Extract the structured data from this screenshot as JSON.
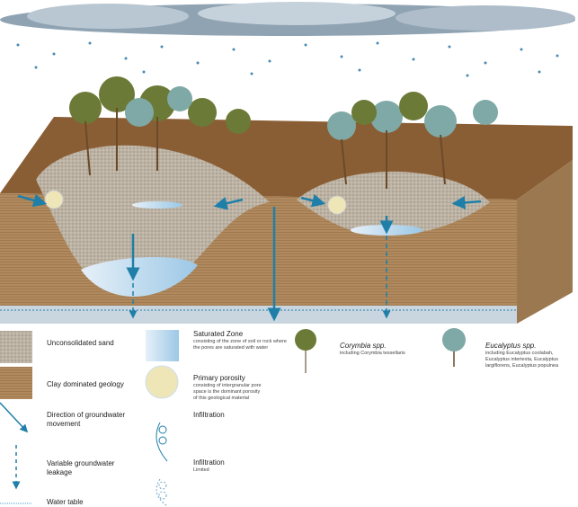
{
  "legend": {
    "sand": "Unconsolidated sand",
    "clay": "Clay dominated geology",
    "direction": "Direction of groundwater movement",
    "leakage": "Variable groundwater leakage",
    "water_table": "Water table",
    "saturated_title": "Saturated Zone",
    "saturated_desc": "consisting of the zone of soil or rock where the pores are saturated with water",
    "porosity_title": "Primary porosity",
    "porosity_desc": "consisting of intergranular pore space is the dominant porosity of this geological material",
    "infiltration": "Infiltration",
    "infiltration_limited_title": "Infiltration",
    "infiltration_limited_desc": "Limited",
    "corymbia_title": "Corymbia spp.",
    "corymbia_desc": "including Corymbia tessellaris",
    "eucalyptus_title": "Eucalyptus spp.",
    "eucalyptus_desc": "including Eucalyptus coolabah, Eucalyptus intertexta, Eucalyptus largiflorens, Eucalyptus populnea"
  },
  "colors": {
    "clay": "#a9845a",
    "top": "#8a5e34",
    "sand": "#b5aa9c",
    "water": "#1f7fa8",
    "sat": "#cfe3f2"
  }
}
